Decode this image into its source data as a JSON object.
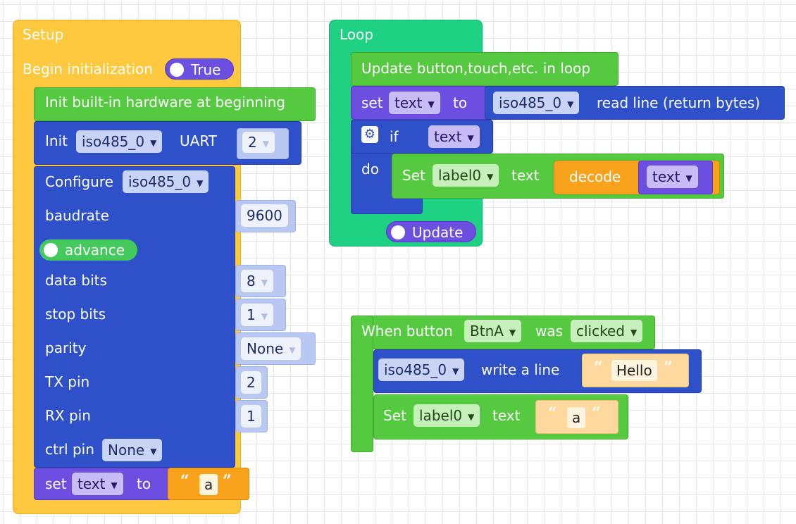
{
  "setup": {
    "header": "Setup",
    "begin_init_label": "Begin initialization",
    "begin_init_toggle": "True",
    "init_hw_label": "Init built-in hardware at beginning",
    "init_label": "Init",
    "init_device": "iso485_0",
    "uart_label": "UART",
    "uart_value": "2",
    "configure_label": "Configure",
    "configure_device": "iso485_0",
    "baudrate_label": "baudrate",
    "baudrate_value": "9600",
    "advance_toggle": "advance",
    "data_bits_label": "data bits",
    "data_bits_value": "8",
    "stop_bits_label": "stop bits",
    "stop_bits_value": "1",
    "parity_label": "parity",
    "parity_value": "None",
    "tx_pin_label": "TX pin",
    "tx_pin_value": "2",
    "rx_pin_label": "RX pin",
    "rx_pin_value": "1",
    "ctrl_pin_label": "ctrl pin",
    "ctrl_pin_value": "None",
    "set_label": "set",
    "set_var": "text",
    "to_label": "to",
    "set_string": "a"
  },
  "loop": {
    "header": "Loop",
    "update_label": "Update button,touch,etc. in loop",
    "set_label": "set",
    "set_var": "text",
    "to_label": "to",
    "read_device": "iso485_0",
    "read_label": "read line (return bytes)",
    "if_label": "if",
    "if_var": "text",
    "do_label": "do",
    "set_cap_label": "Set",
    "set_target": "label0",
    "text_label": "text",
    "decode_label": "decode",
    "decode_var": "text",
    "update_toggle": "Update"
  },
  "event": {
    "when_label": "When button",
    "button": "BtnA",
    "was_label": "was",
    "action": "clicked",
    "write_device": "iso485_0",
    "write_label": "write a line",
    "write_string": "Hello",
    "set_cap_label": "Set",
    "set_target": "label0",
    "text_label": "text",
    "set_string": "a"
  },
  "glyphs": {
    "dropdown_arrow": "▼",
    "open_quote": "“",
    "close_quote": "”",
    "gear": "⚙"
  },
  "colors": {
    "setup": "#ffc93f",
    "loop": "#1fd283",
    "hardware": "#55c93f",
    "uart": "#2e50c8",
    "variable": "#6c4fe0",
    "text": "#f9a31c"
  }
}
